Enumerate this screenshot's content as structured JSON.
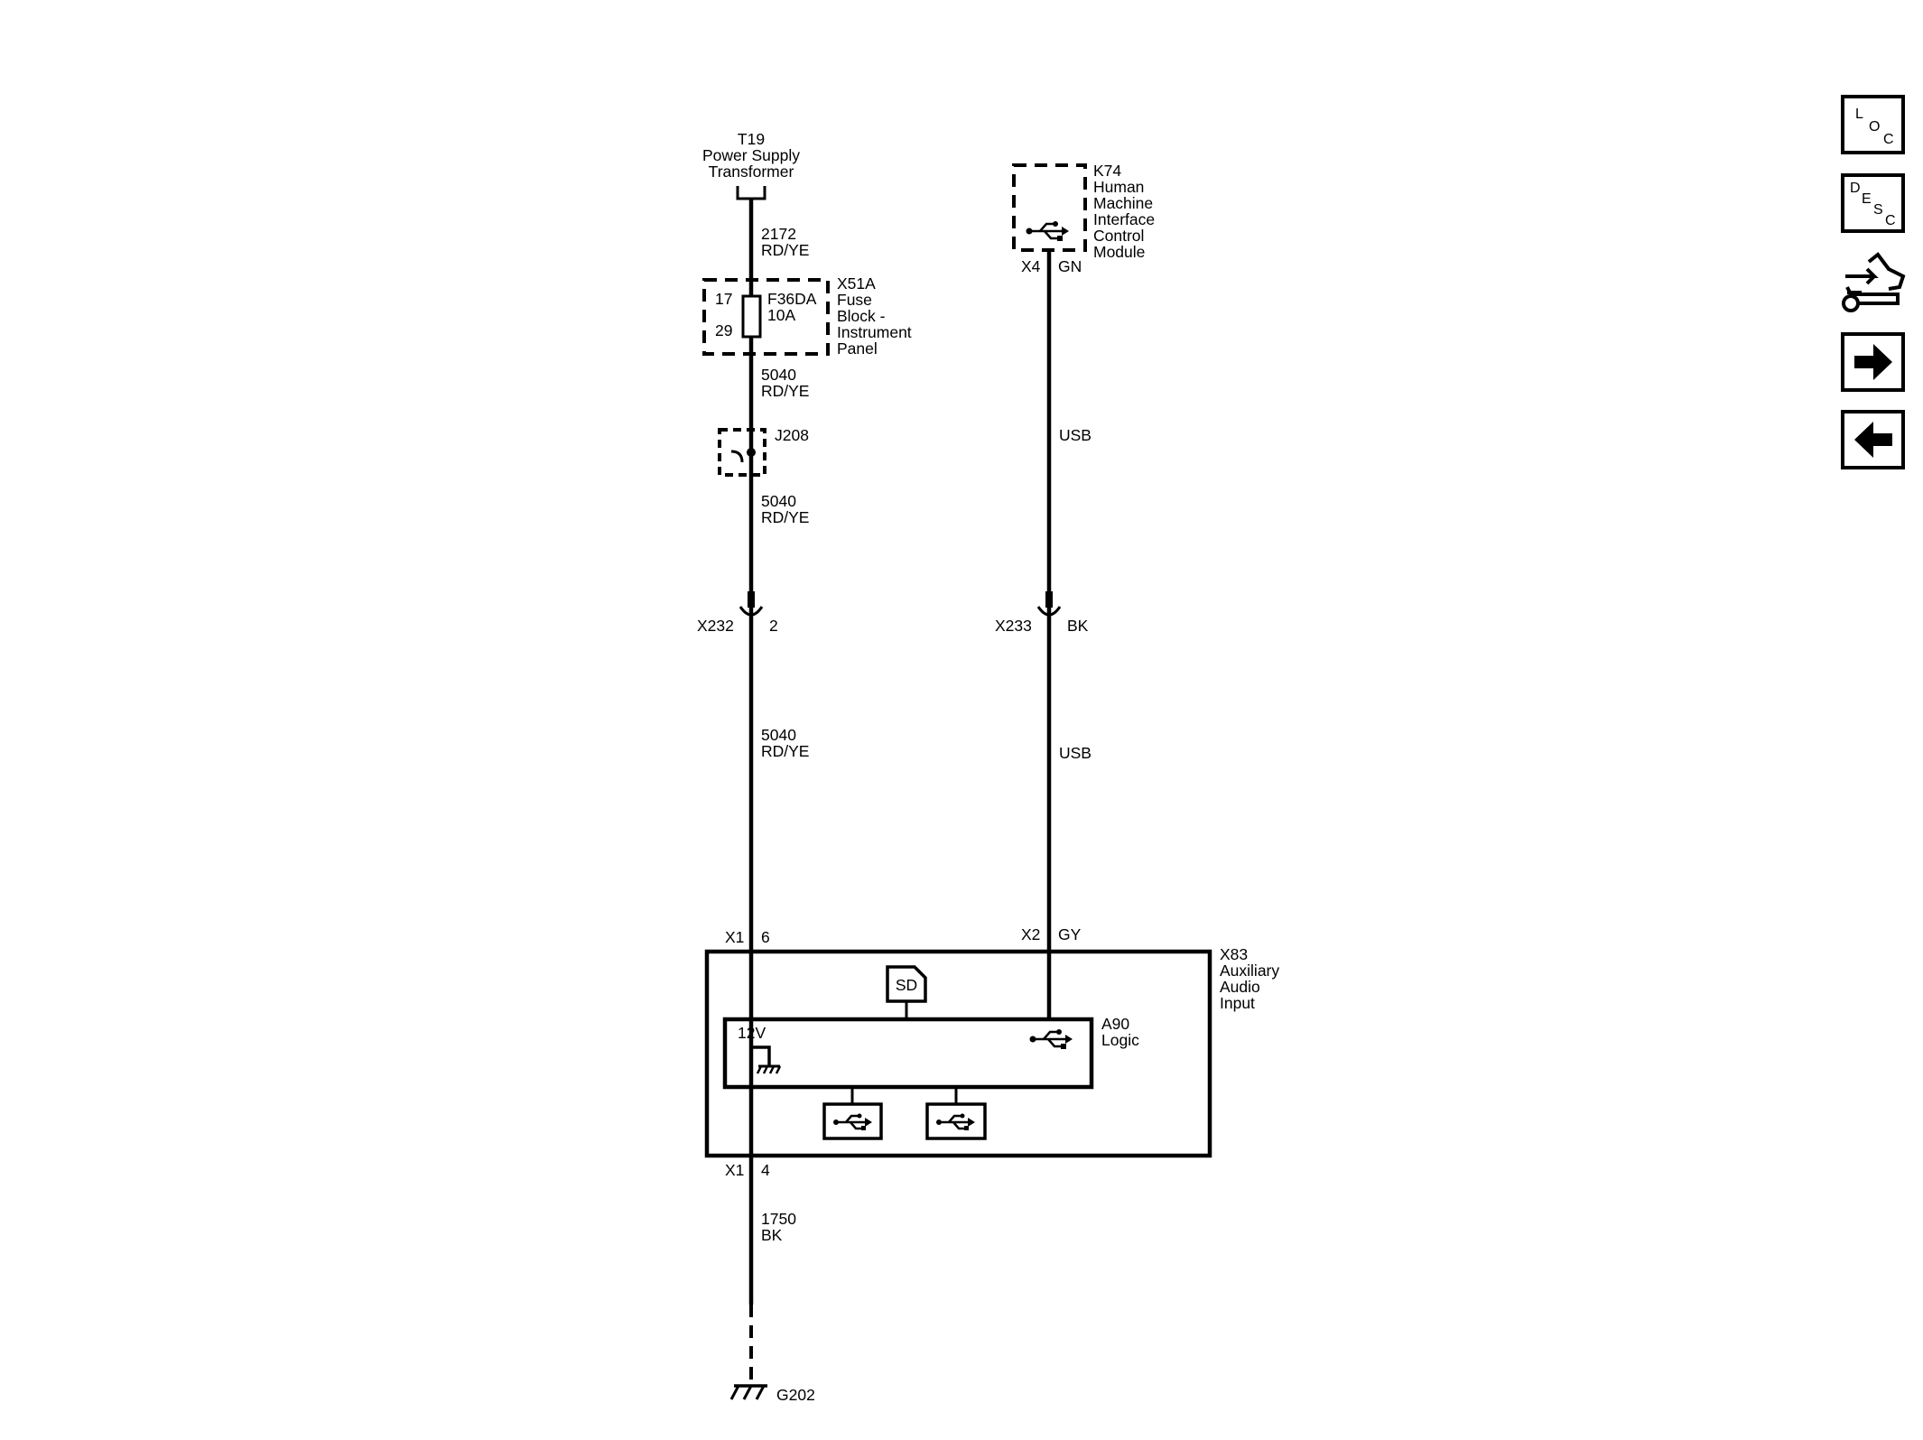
{
  "t19": {
    "ref": "T19",
    "line1": "Power Supply",
    "line2": "Transformer"
  },
  "k74": {
    "ref": "K74",
    "lines": [
      "Human",
      "Machine",
      "Interface",
      "Control",
      "Module"
    ],
    "conn": "X4",
    "color": "GN"
  },
  "circuit_top": {
    "num": "2172",
    "color": "RD/YE"
  },
  "x51a": {
    "ref": "X51A",
    "lines": [
      "Fuse",
      "Block -",
      "Instrument",
      "Panel"
    ],
    "pin_in": "17",
    "pin_out": "29",
    "fuse": "F36DA",
    "rating": "10A"
  },
  "circuit_5040a": {
    "num": "5040",
    "color": "RD/YE"
  },
  "j208": {
    "ref": "J208"
  },
  "circuit_5040b": {
    "num": "5040",
    "color": "RD/YE"
  },
  "usb1": "USB",
  "x232": {
    "ref": "X232",
    "pin": "2"
  },
  "x233": {
    "ref": "X233",
    "pin": "BK"
  },
  "circuit_5040c": {
    "num": "5040",
    "color": "RD/YE"
  },
  "usb2": "USB",
  "x83": {
    "ref": "X83",
    "lines": [
      "Auxiliary",
      "Audio",
      "Input"
    ],
    "x1_top": "X1",
    "pin_top": "6",
    "x2": "X2",
    "x2_color": "GY",
    "x1_bot": "X1",
    "pin_bot": "4"
  },
  "a90": {
    "ref": "A90",
    "name": "Logic",
    "volt": "12V",
    "sd": "SD"
  },
  "circuit_1750": {
    "num": "1750",
    "color": "BK"
  },
  "g202": {
    "ref": "G202"
  },
  "nav": {
    "loc": [
      "L",
      "O",
      "C"
    ],
    "desc": [
      "D",
      "E",
      "S",
      "C"
    ]
  }
}
